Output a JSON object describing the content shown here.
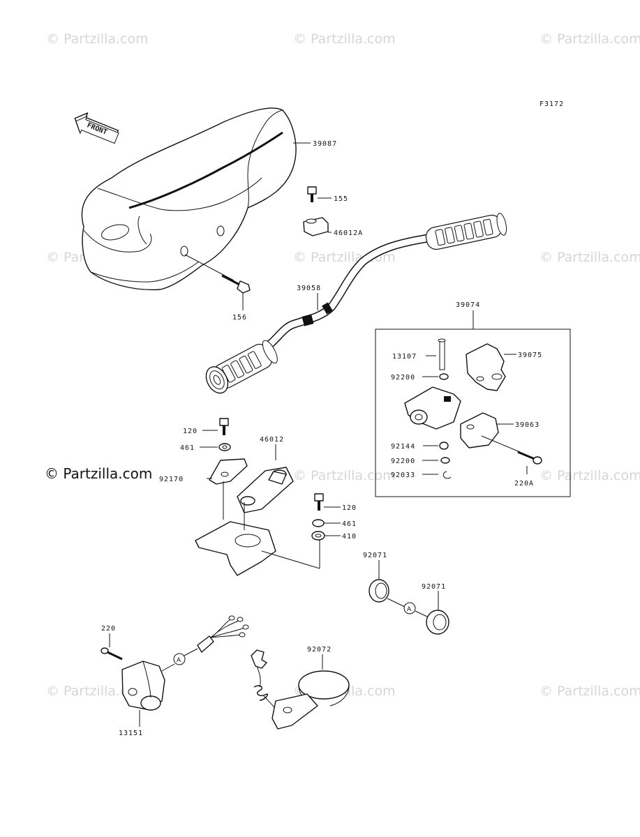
{
  "figure_code": "F3172",
  "front_label": "FRONT",
  "watermark": "© Partzilla.com",
  "parts": {
    "p39087": "39087",
    "p155": "155",
    "p46012A": "46012A",
    "p156": "156",
    "p39058": "39058",
    "p39074": "39074",
    "p13107": "13107",
    "p39075": "39075",
    "p92200a": "92200",
    "p39063": "39063",
    "p92144": "92144",
    "p92200b": "92200",
    "p92033": "92033",
    "p220A": "220A",
    "p120a": "120",
    "p461a": "461",
    "p46012": "46012",
    "p92170": "92170",
    "p120b": "120",
    "p461b": "461",
    "p410": "410",
    "p92071a": "92071",
    "p92071b": "92071",
    "p220": "220",
    "p92072": "92072",
    "p13151": "13151"
  },
  "ref_marker": "A"
}
